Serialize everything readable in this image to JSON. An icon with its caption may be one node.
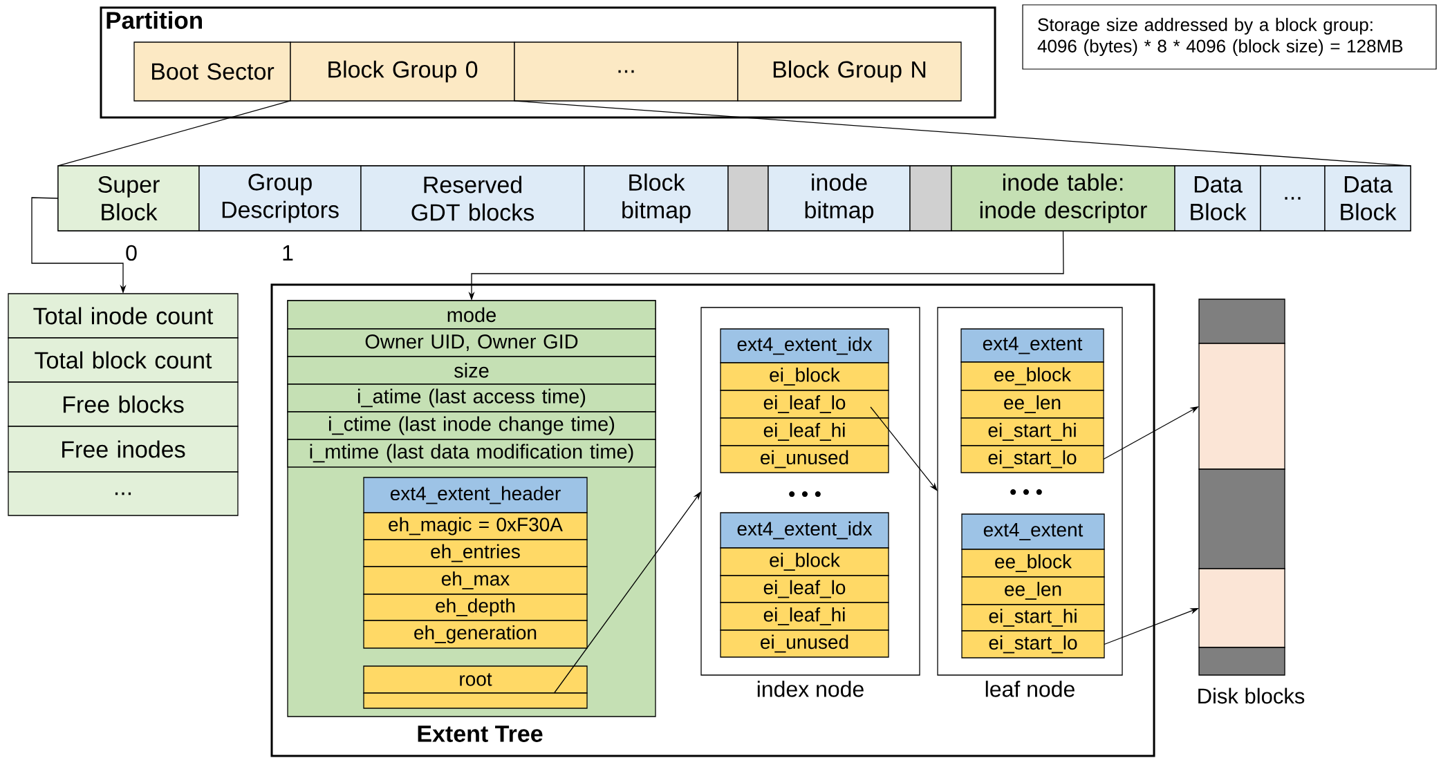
{
  "diagram": {
    "nodes": [
      {
        "text": [
          "Partition"
        ]
      },
      {
        "text": [
          "Boot Sector"
        ],
        "in": 0
      },
      {
        "text": [
          "Block Group 0"
        ],
        "in": 0
      },
      {
        "text": [
          "..."
        ],
        "in": 0
      },
      {
        "text": [
          "Block Group N"
        ],
        "in": 0
      },
      {
        "text": [
          "Storage size addressed by a block group: 4096 (bytes) * 8 * 4096 (block size) = 128MB"
        ]
      },
      {
        "text": [],
        "shape": "box"
      },
      {
        "text": [
          "Super Block"
        ],
        "in": 6
      },
      {
        "text": [
          "Group Descriptors"
        ],
        "in": 6
      },
      {
        "text": [
          "Reserved GDT blocks"
        ],
        "in": 6
      },
      {
        "text": [
          "Block bitmap"
        ],
        "in": 6
      },
      {
        "text": [],
        "shape": "box",
        "in": 6
      },
      {
        "text": [
          "inode bitmap"
        ],
        "in": 6
      },
      {
        "text": [],
        "shape": "box",
        "in": 6
      },
      {
        "text": [
          "inode table: inode descriptor"
        ],
        "in": 6
      },
      {
        "text": [
          "Data Block"
        ],
        "in": 6
      },
      {
        "text": [
          "..."
        ],
        "in": 6
      },
      {
        "text": [
          "Data Block"
        ],
        "in": 6
      },
      {
        "text": [
          "Total inode count"
        ]
      },
      {
        "text": [
          "Total block count"
        ]
      },
      {
        "text": [
          "Free blocks"
        ]
      },
      {
        "text": [
          "Free inodes"
        ]
      },
      {
        "text": [
          "..."
        ]
      },
      {
        "text": [
          "Extent Tree"
        ]
      },
      {
        "text": [],
        "shape": "box",
        "in": 23
      },
      {
        "text": [
          "mode"
        ],
        "in": 24
      },
      {
        "text": [
          "Owner UID, Owner GID"
        ],
        "in": 24
      },
      {
        "text": [
          "size"
        ],
        "in": 24
      },
      {
        "text": [
          "i_atime (last access time)"
        ],
        "in": 24
      },
      {
        "text": [
          "i_ctime (last inode change time)"
        ],
        "in": 24
      },
      {
        "text": [
          "i_mtime (last data modification time)"
        ],
        "in": 24
      },
      {
        "text": [
          "ext4_extent_header"
        ],
        "in": 24
      },
      {
        "text": [
          "eh_magic = 0xF30A"
        ],
        "in": 24
      },
      {
        "text": [
          "eh_entries"
        ],
        "in": 24
      },
      {
        "text": [
          "eh_max"
        ],
        "in": 24
      },
      {
        "text": [
          "eh_depth"
        ],
        "in": 24
      },
      {
        "text": [
          "eh_generation"
        ],
        "in": 24
      },
      {
        "text": [
          "root"
        ],
        "in": 24
      },
      {
        "text": [],
        "shape": "box",
        "in": 24
      },
      {
        "text": [],
        "shape": "box",
        "in": 23,
        "beside": [
          "index node"
        ]
      },
      {
        "text": [
          "ext4_extent_idx"
        ],
        "in": 39
      },
      {
        "text": [
          "ei_block"
        ],
        "in": 39
      },
      {
        "text": [
          "ei_leaf_lo"
        ],
        "in": 39
      },
      {
        "text": [
          "ei_leaf_hi"
        ],
        "in": 39
      },
      {
        "text": [
          "ei_unused"
        ],
        "in": 39
      },
      {
        "text": [
          "ext4_extent_idx"
        ],
        "in": 39
      },
      {
        "text": [
          "ei_block"
        ],
        "in": 39
      },
      {
        "text": [
          "ei_leaf_lo"
        ],
        "in": 39
      },
      {
        "text": [
          "ei_leaf_hi"
        ],
        "in": 39
      },
      {
        "text": [
          "ei_unused"
        ],
        "in": 39
      },
      {
        "text": [],
        "shape": "box",
        "in": 23,
        "beside": [
          "leaf node"
        ]
      },
      {
        "text": [
          "ext4_extent"
        ],
        "in": 50
      },
      {
        "text": [
          "ee_block"
        ],
        "in": 50
      },
      {
        "text": [
          "ee_len"
        ],
        "in": 50
      },
      {
        "text": [
          "ei_start_hi"
        ],
        "in": 50
      },
      {
        "text": [
          "ei_start_lo"
        ],
        "in": 50
      },
      {
        "text": [
          "ext4_extent"
        ],
        "in": 50
      },
      {
        "text": [
          "ee_block"
        ],
        "in": 50
      },
      {
        "text": [
          "ee_len"
        ],
        "in": 50
      },
      {
        "text": [
          "ei_start_hi"
        ],
        "in": 50
      },
      {
        "text": [
          "ei_start_lo"
        ],
        "in": 50
      },
      {
        "text": [],
        "shape": "box"
      },
      {
        "text": [],
        "shape": "box"
      },
      {
        "text": [],
        "shape": "box"
      },
      {
        "text": [],
        "shape": "box"
      },
      {
        "text": [],
        "shape": "box"
      }
    ],
    "edges": [
      {
        "from": 2,
        "to": 6,
        "arrow": "none"
      },
      {
        "from": 2,
        "to": 6,
        "arrow": "none"
      },
      {
        "from": 7,
        "to": 18,
        "arrow": "to"
      },
      {
        "from": 14,
        "to": 25,
        "arrow": "to"
      },
      {
        "from": 37,
        "to": 39,
        "arrow": "to"
      },
      {
        "from": 42,
        "to": 50,
        "arrow": "to"
      },
      {
        "from": 55,
        "to": 62,
        "arrow": "to"
      },
      {
        "from": 60,
        "to": 64,
        "arrow": "to"
      }
    ],
    "labels": [
      "0",
      "1",
      "• • •",
      "• • •",
      "Disk blocks"
    ]
  }
}
